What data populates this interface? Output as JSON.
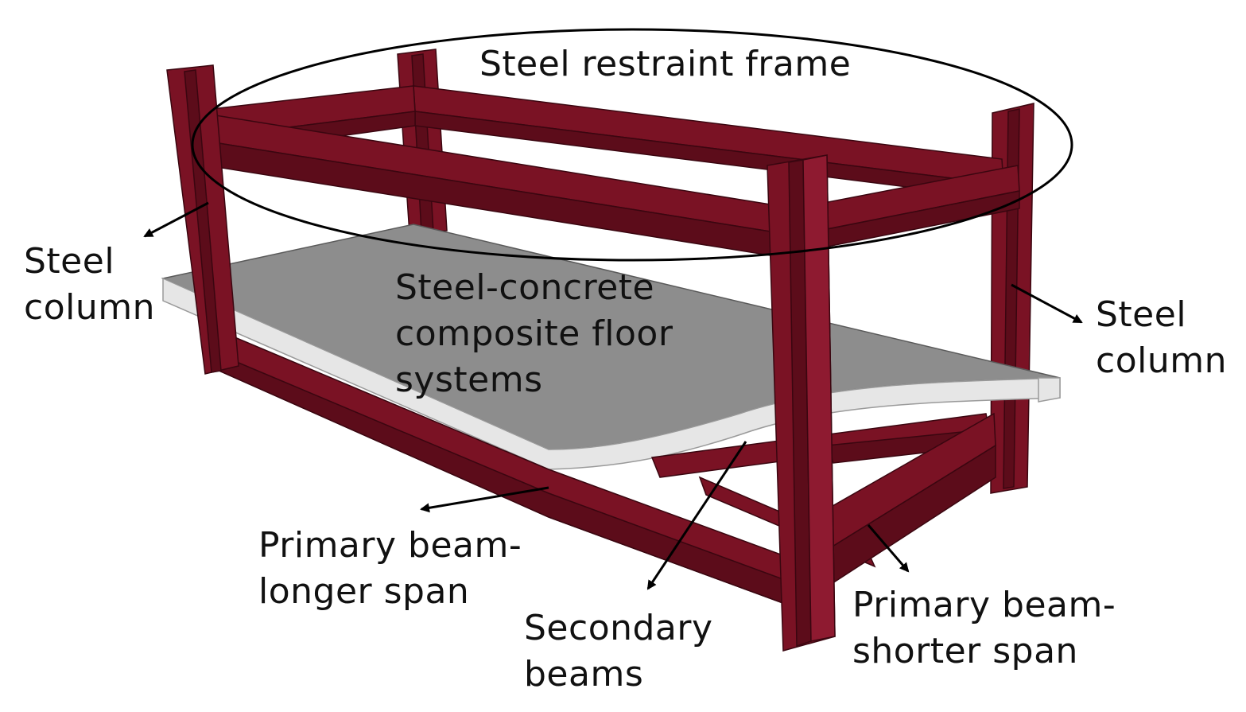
{
  "labels": {
    "restraint_frame": "Steel restraint frame",
    "column_left": [
      "Steel",
      "column"
    ],
    "column_right": [
      "Steel",
      "column"
    ],
    "floor": [
      "Steel-concrete",
      "composite floor",
      "systems"
    ],
    "primary_long": [
      "Primary beam-",
      "longer span"
    ],
    "secondary": [
      "Secondary",
      "beams"
    ],
    "primary_short": [
      "Primary beam-",
      "shorter span"
    ]
  },
  "colors": {
    "steel": "#7a1224",
    "slab": "#8d8d8d",
    "slab_edge": "#e6e6e6"
  }
}
